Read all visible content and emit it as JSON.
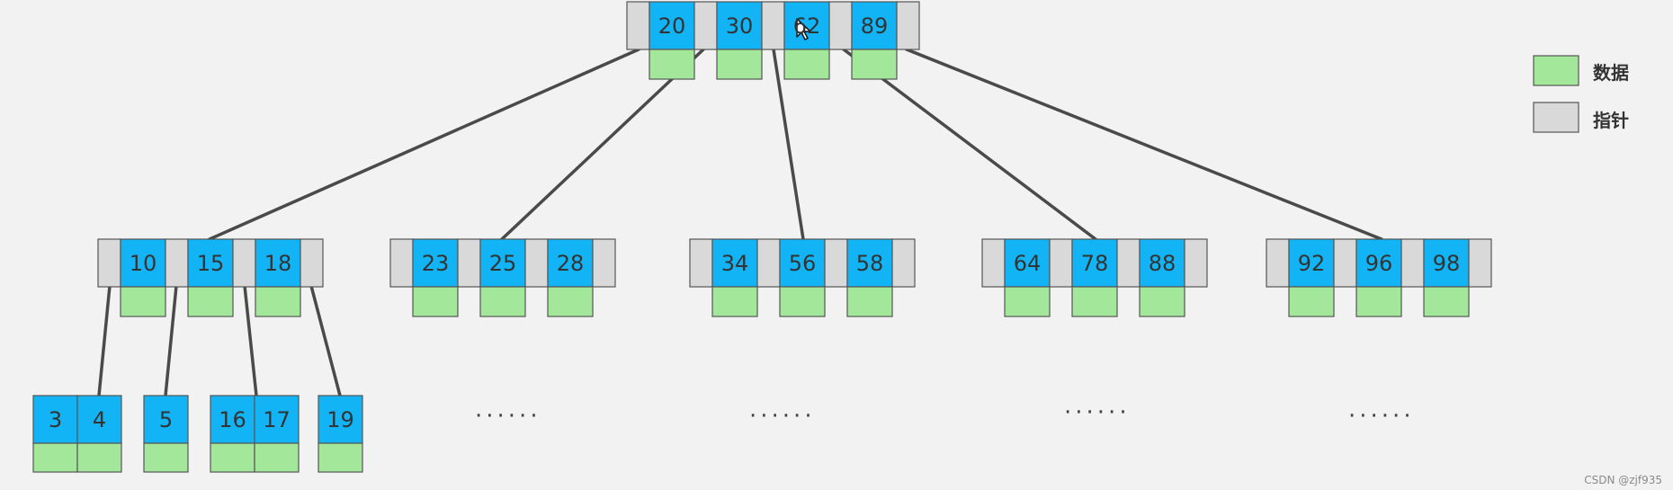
{
  "colors": {
    "key": "#12b4f5",
    "data": "#a3e89a",
    "pointer": "#d9d9d9",
    "border": "#555555",
    "line": "#4a4a4a",
    "background": "#f2f2f2"
  },
  "legend": {
    "data_label": "数据",
    "pointer_label": "指针"
  },
  "tree": {
    "root": {
      "keys": [
        "20",
        "30",
        "62",
        "89"
      ]
    },
    "level2": [
      {
        "keys": [
          "10",
          "15",
          "18"
        ]
      },
      {
        "keys": [
          "23",
          "25",
          "28"
        ]
      },
      {
        "keys": [
          "34",
          "56",
          "58"
        ]
      },
      {
        "keys": [
          "64",
          "78",
          "88"
        ]
      },
      {
        "keys": [
          "92",
          "96",
          "98"
        ]
      }
    ],
    "leaves": [
      {
        "keys": [
          "3",
          "4"
        ]
      },
      {
        "keys": [
          "5"
        ]
      },
      {
        "keys": [
          "16",
          "17"
        ]
      },
      {
        "keys": [
          "19"
        ]
      }
    ],
    "ellipses": [
      "······",
      "······",
      "······",
      "······"
    ]
  },
  "watermark": "CSDN @zjf935"
}
